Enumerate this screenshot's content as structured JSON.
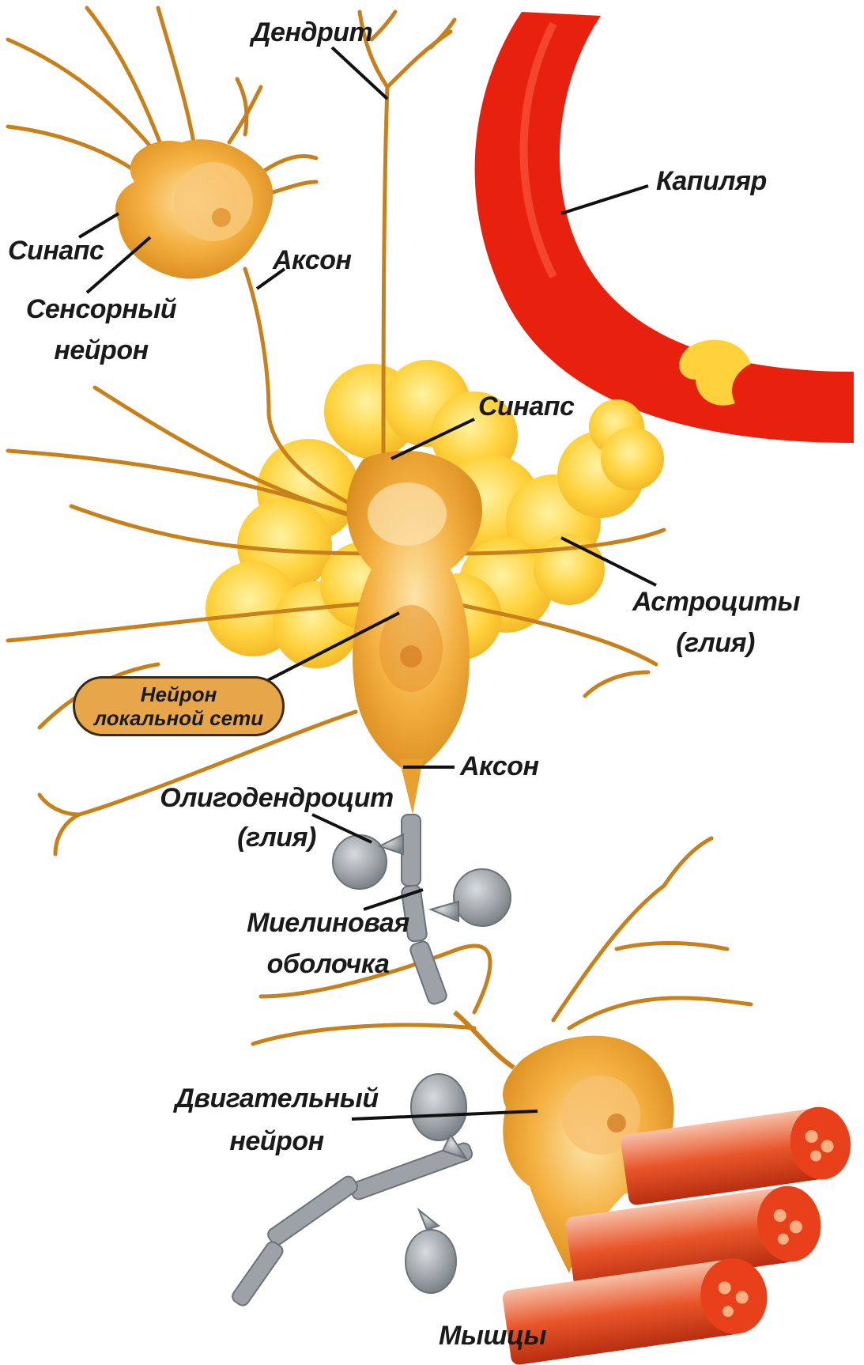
{
  "labels": {
    "dendrite": "Дендрит",
    "capillary": "Капиляр",
    "synapse_top": "Синапс",
    "axon_top": "Аксон",
    "sensory_line1": "Сенсорный",
    "sensory_line2": "нейрон",
    "synapse_mid": "Синапс",
    "astro_line1": "Астроциты",
    "astro_line2": "(глия)",
    "local_line1": "Нейрон",
    "local_line2": "локальной сети",
    "axon_mid": "Аксон",
    "oligo_line1": "Олигодендроцит",
    "oligo_line2": "(глия)",
    "myelin_line1": "Миелиновая",
    "myelin_line2": "оболочка",
    "motor_line1": "Двигательный",
    "motor_line2": "нейрон",
    "muscles": "Мышцы"
  },
  "colors": {
    "neuron": "#f0a830",
    "neuron_dark": "#c8801a",
    "astrocyte": "#ffd23c",
    "capillary": "#e8180c",
    "myelin": "#9aa0a6",
    "muscle": "#e84a1c"
  }
}
